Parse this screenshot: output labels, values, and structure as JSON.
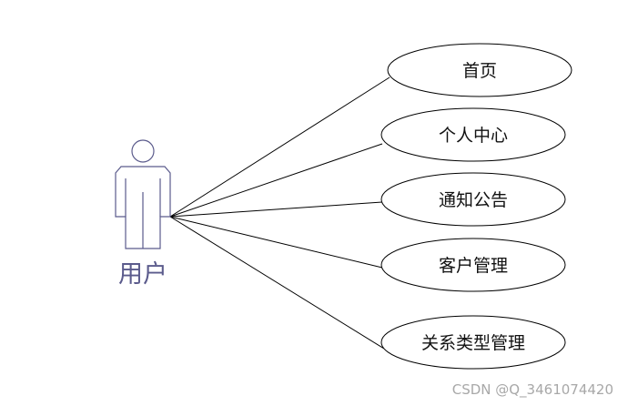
{
  "actor": {
    "label": "用户",
    "stroke_color": "#5b5b8c",
    "fill_color": "#ffffff"
  },
  "use_cases": [
    {
      "label": "首页"
    },
    {
      "label": "个人中心"
    },
    {
      "label": "通知公告"
    },
    {
      "label": "客户管理"
    },
    {
      "label": "关系类型管理"
    }
  ],
  "line_color": "#000000",
  "watermark": "CSDN @Q_3461074420"
}
